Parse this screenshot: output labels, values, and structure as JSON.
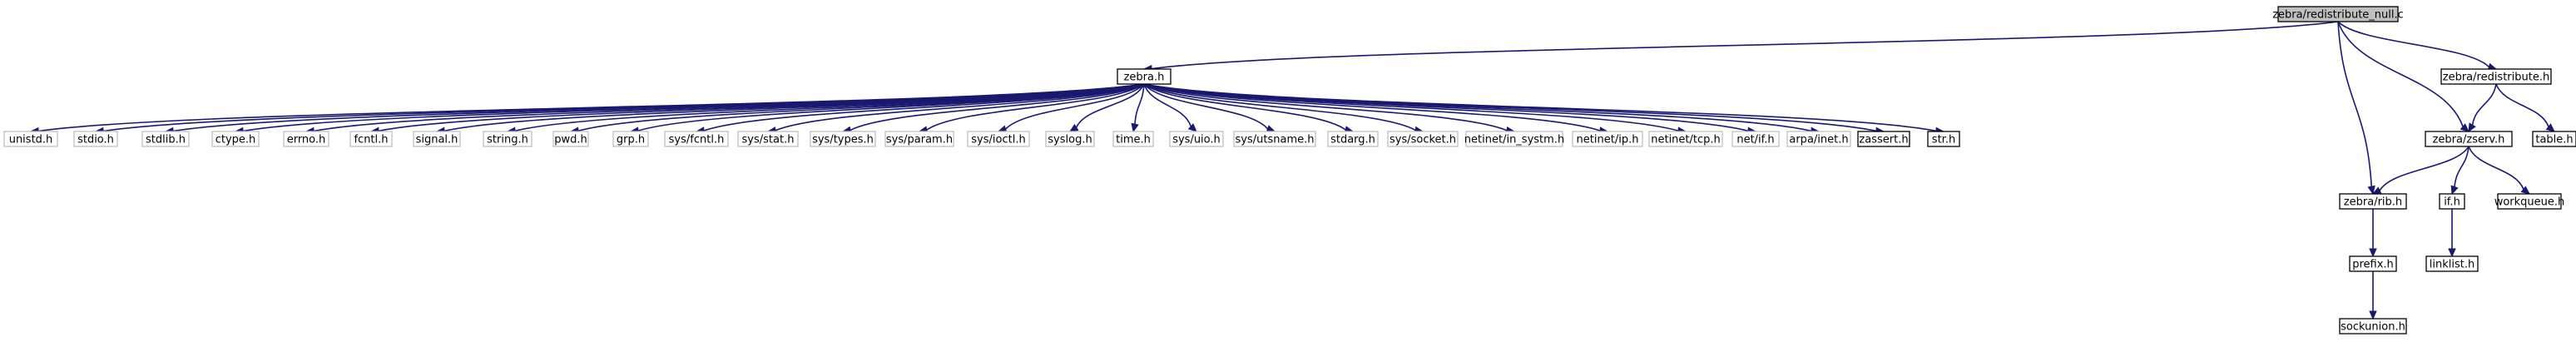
{
  "graph": {
    "nodes": [
      {
        "id": "root",
        "label": "zebra/redistribute_null.c",
        "style": "root"
      },
      {
        "id": "zebra_h",
        "label": "zebra.h",
        "style": "doc"
      },
      {
        "id": "redistribute_h",
        "label": "zebra/redistribute.h",
        "style": "doc"
      },
      {
        "id": "zserv_h",
        "label": "zebra/zserv.h",
        "style": "doc"
      },
      {
        "id": "table_h",
        "label": "table.h",
        "style": "doc"
      },
      {
        "id": "rib_h",
        "label": "zebra/rib.h",
        "style": "doc"
      },
      {
        "id": "if_h",
        "label": "if.h",
        "style": "doc"
      },
      {
        "id": "workqueue_h",
        "label": "workqueue.h",
        "style": "doc"
      },
      {
        "id": "prefix_h",
        "label": "prefix.h",
        "style": "doc"
      },
      {
        "id": "linklist_h",
        "label": "linklist.h",
        "style": "doc"
      },
      {
        "id": "sockunion_h",
        "label": "sockunion.h",
        "style": "doc"
      },
      {
        "id": "unistd_h",
        "label": "unistd.h",
        "style": "ext"
      },
      {
        "id": "stdio_h",
        "label": "stdio.h",
        "style": "ext"
      },
      {
        "id": "stdlib_h",
        "label": "stdlib.h",
        "style": "ext"
      },
      {
        "id": "ctype_h",
        "label": "ctype.h",
        "style": "ext"
      },
      {
        "id": "errno_h",
        "label": "errno.h",
        "style": "ext"
      },
      {
        "id": "fcntl_h",
        "label": "fcntl.h",
        "style": "ext"
      },
      {
        "id": "signal_h",
        "label": "signal.h",
        "style": "ext"
      },
      {
        "id": "string_h",
        "label": "string.h",
        "style": "ext"
      },
      {
        "id": "pwd_h",
        "label": "pwd.h",
        "style": "ext"
      },
      {
        "id": "grp_h",
        "label": "grp.h",
        "style": "ext"
      },
      {
        "id": "sys_fcntl_h",
        "label": "sys/fcntl.h",
        "style": "ext"
      },
      {
        "id": "sys_stat_h",
        "label": "sys/stat.h",
        "style": "ext"
      },
      {
        "id": "sys_types_h",
        "label": "sys/types.h",
        "style": "ext"
      },
      {
        "id": "sys_param_h",
        "label": "sys/param.h",
        "style": "ext"
      },
      {
        "id": "sys_ioctl_h",
        "label": "sys/ioctl.h",
        "style": "ext"
      },
      {
        "id": "syslog_h",
        "label": "syslog.h",
        "style": "ext"
      },
      {
        "id": "time_h",
        "label": "time.h",
        "style": "ext"
      },
      {
        "id": "sys_uio_h",
        "label": "sys/uio.h",
        "style": "ext"
      },
      {
        "id": "sys_utsname_h",
        "label": "sys/utsname.h",
        "style": "ext"
      },
      {
        "id": "stdarg_h",
        "label": "stdarg.h",
        "style": "ext"
      },
      {
        "id": "sys_socket_h",
        "label": "sys/socket.h",
        "style": "ext"
      },
      {
        "id": "netinet_in_systm_h",
        "label": "netinet/in_systm.h",
        "style": "ext"
      },
      {
        "id": "netinet_ip_h",
        "label": "netinet/ip.h",
        "style": "ext"
      },
      {
        "id": "netinet_tcp_h",
        "label": "netinet/tcp.h",
        "style": "ext"
      },
      {
        "id": "net_if_h",
        "label": "net/if.h",
        "style": "ext"
      },
      {
        "id": "arpa_inet_h",
        "label": "arpa/inet.h",
        "style": "ext"
      },
      {
        "id": "zassert_h",
        "label": "zassert.h",
        "style": "doc"
      },
      {
        "id": "str_h",
        "label": "str.h",
        "style": "doc"
      }
    ],
    "edges": [
      [
        "root",
        "zebra_h"
      ],
      [
        "root",
        "redistribute_h"
      ],
      [
        "root",
        "zserv_h"
      ],
      [
        "root",
        "rib_h"
      ],
      [
        "redistribute_h",
        "table_h"
      ],
      [
        "redistribute_h",
        "zserv_h"
      ],
      [
        "zserv_h",
        "rib_h"
      ],
      [
        "zserv_h",
        "if_h"
      ],
      [
        "zserv_h",
        "workqueue_h"
      ],
      [
        "rib_h",
        "prefix_h"
      ],
      [
        "prefix_h",
        "sockunion_h"
      ],
      [
        "if_h",
        "linklist_h"
      ],
      [
        "zebra_h",
        "unistd_h"
      ],
      [
        "zebra_h",
        "stdio_h"
      ],
      [
        "zebra_h",
        "stdlib_h"
      ],
      [
        "zebra_h",
        "ctype_h"
      ],
      [
        "zebra_h",
        "errno_h"
      ],
      [
        "zebra_h",
        "fcntl_h"
      ],
      [
        "zebra_h",
        "signal_h"
      ],
      [
        "zebra_h",
        "string_h"
      ],
      [
        "zebra_h",
        "pwd_h"
      ],
      [
        "zebra_h",
        "grp_h"
      ],
      [
        "zebra_h",
        "sys_fcntl_h"
      ],
      [
        "zebra_h",
        "sys_stat_h"
      ],
      [
        "zebra_h",
        "sys_types_h"
      ],
      [
        "zebra_h",
        "sys_param_h"
      ],
      [
        "zebra_h",
        "sys_ioctl_h"
      ],
      [
        "zebra_h",
        "syslog_h"
      ],
      [
        "zebra_h",
        "time_h"
      ],
      [
        "zebra_h",
        "sys_uio_h"
      ],
      [
        "zebra_h",
        "sys_utsname_h"
      ],
      [
        "zebra_h",
        "stdarg_h"
      ],
      [
        "zebra_h",
        "sys_socket_h"
      ],
      [
        "zebra_h",
        "netinet_in_systm_h"
      ],
      [
        "zebra_h",
        "netinet_ip_h"
      ],
      [
        "zebra_h",
        "netinet_tcp_h"
      ],
      [
        "zebra_h",
        "net_if_h"
      ],
      [
        "zebra_h",
        "arpa_inet_h"
      ],
      [
        "zebra_h",
        "zassert_h"
      ],
      [
        "zebra_h",
        "str_h"
      ]
    ],
    "colors": {
      "edge": "#191970",
      "root_fill": "#bfbfbf",
      "root_border": "#000000",
      "doc_fill": "#ffffff",
      "doc_border": "#000000",
      "ext_fill": "#ffffff",
      "ext_border": "#bfbfbf"
    }
  }
}
